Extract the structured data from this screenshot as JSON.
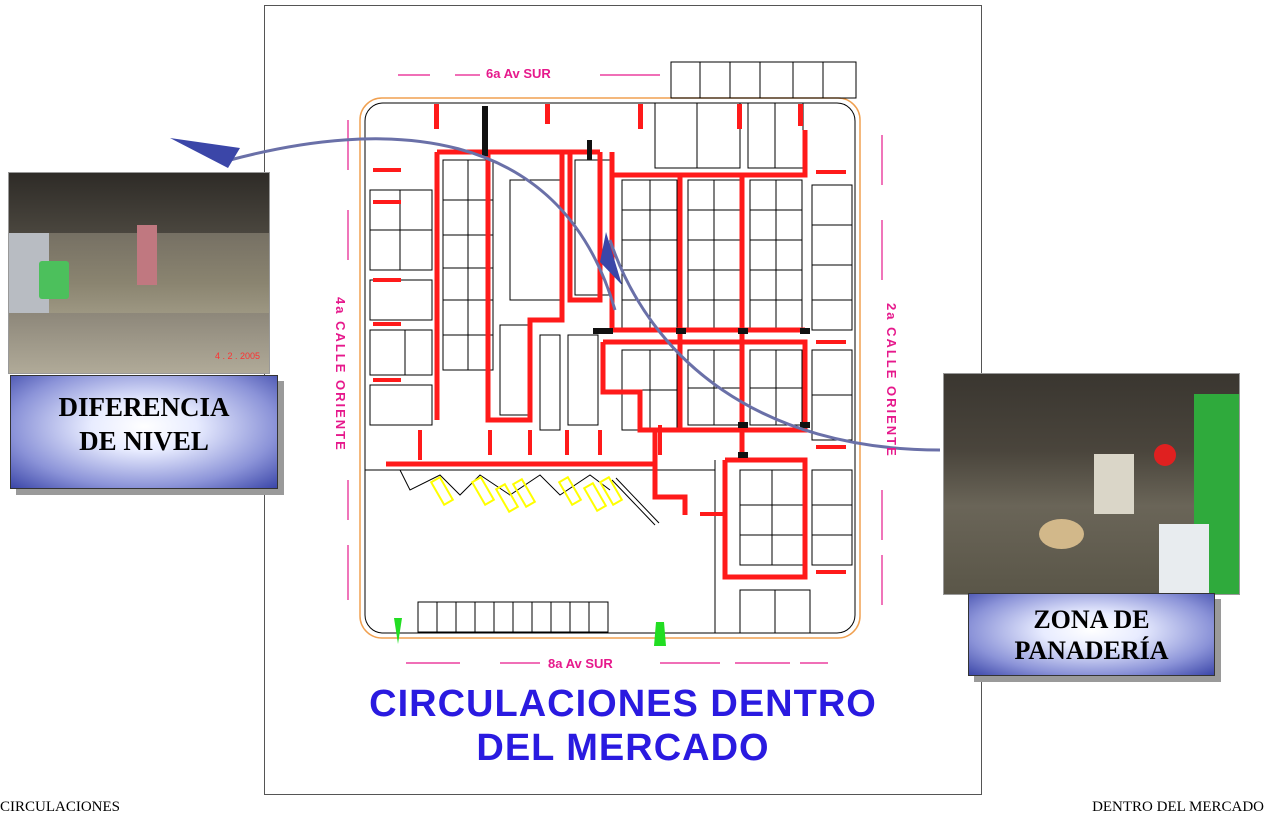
{
  "plan": {
    "street_top": "6a  Av  SUR",
    "street_bottom": "8a  Av  SUR",
    "street_left": "4a  CALLE  ORIENTE",
    "street_right": "2a  CALLE  ORIENTE",
    "title_line1": "CIRCULACIONES DENTRO",
    "title_line2": "DEL MERCADO"
  },
  "callouts": {
    "left_label": "DIFERENCIA DE NIVEL",
    "left_label_line1": "DIFERENCIA",
    "left_label_line2": "DE NIVEL",
    "right_label_line1": "ZONA DE",
    "right_label_line2": "PANADERÍA",
    "photo_date": "4 . 2 . 2005"
  },
  "footer": {
    "left": "CIRCULACIONES",
    "right": "DENTRO DEL MERCADO"
  },
  "colors": {
    "circulation": "#ff1a1a",
    "street_label": "#e6198c",
    "title": "#2a1ae0",
    "boundary": "#f0a050",
    "stall_lines": "#000000",
    "kiosk": "#ffff00",
    "marker": "#22dd22"
  }
}
